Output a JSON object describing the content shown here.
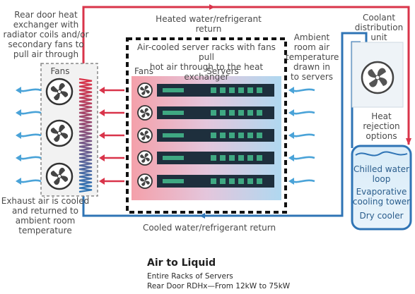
{
  "labels": {
    "rear_door": "Rear door heat\nexchanger with\nradiator coils and/or\nsecondary fans to\npull air through",
    "heated_return": "Heated water/refrigerant return",
    "racks_title": "Air-cooled server racks with fans pull\nhot air through to the heat exchanger",
    "ambient": "Ambient\nroom air\ntemperature\ndrawn in\nto servers",
    "cdu": "Coolant\ndistribution\nunit",
    "fans_left": "Fans",
    "fans_rack": "Fans",
    "servers": "Servers",
    "heat_rejection": "Heat\nrejection\noptions",
    "chilled_water": "Chilled water\nloop",
    "evaporative": "Evaporative\ncooling tower",
    "dry_cooler": "Dry cooler",
    "exhaust": "Exhaust air is cooled\nand returned to\nambient room\ntemperature",
    "cooled_return": "Cooled water/refrigerant return"
  },
  "footer": {
    "title": "Air to Liquid",
    "line1": "Entire Racks of Servers",
    "line2": "Rear Door RDHx—From 12kW to 75kW"
  },
  "colors": {
    "hot": "#d9344a",
    "cold": "#2f74b5",
    "rack_gradient_start": "#f08a9a",
    "rack_gradient_end": "#a9d4ee",
    "server_blade": "#1e2f3d",
    "led": "#3fa882"
  }
}
